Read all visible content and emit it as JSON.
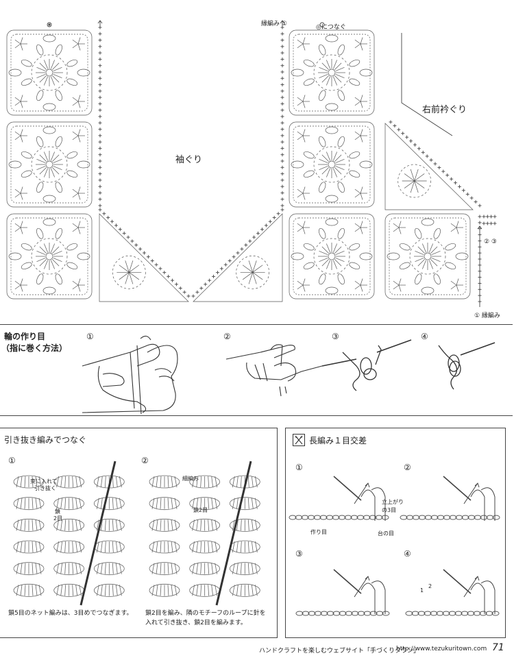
{
  "chart": {
    "title_sleeve": "袖ぐり",
    "title_neck": "右前衿ぐり",
    "edge_top": "縁編み ①",
    "join_top": "◎につなぐ",
    "edge_bottom": "① 縁編み",
    "mark_23": "② ③"
  },
  "ring": {
    "title_line1": "輪の作り目",
    "title_line2": "（指に巻く方法）",
    "steps": [
      "①",
      "②",
      "③",
      "④"
    ]
  },
  "join": {
    "title": "引き抜き編みでつなぐ",
    "step1": "①",
    "step2": "②",
    "note1_a": "束に入れて",
    "note1_b": "引き抜く",
    "note1_c": "鎖",
    "note1_d": "2目",
    "note2_a": "細編み",
    "note2_b": "鎖2目",
    "caption1": "鎖5目のネット編みは、3目めでつなぎます。",
    "caption2_a": "鎖2目を編み、隣のモチーフのループに針を",
    "caption2_b": "入れて引き抜き、鎖2目を編みます。"
  },
  "cross": {
    "title": "長編み１目交差",
    "steps": [
      "①",
      "②",
      "③",
      "④"
    ],
    "label_start": "作り目",
    "label_stand_a": "立上がり",
    "label_stand_b": "の3目",
    "label_base": "台の目",
    "num1": "1",
    "num2": "2"
  },
  "footer": {
    "text": "ハンドクラフトを楽しむウェブサイト「手づくりタウン」",
    "url": "http://www.tezukuritown.com",
    "page": "71"
  }
}
